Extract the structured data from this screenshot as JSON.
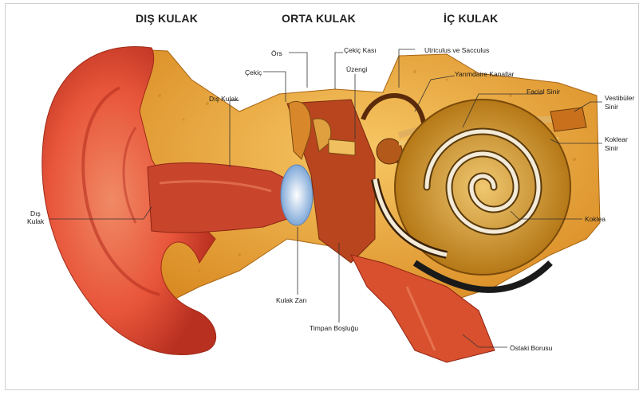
{
  "headings": {
    "outer": "DIŞ KULAK",
    "middle": "ORTA KULAK",
    "inner": "İÇ KULAK"
  },
  "labels": {
    "ors": "Örs",
    "cekic_kasi": "Çekiç Kası",
    "utriculus": "Utriculus ve Sacculus",
    "cekic": "Çekiç",
    "uzengi": "Üzengi",
    "yarimdaire": "Yarımdaire Kanallar",
    "dis_kulak_canal": "Dış Kulak",
    "facial": "Facial Sinir",
    "vestibuler_1": "Vestibüler",
    "vestibuler_2": "Sinir",
    "koklear_1": "Koklear",
    "koklear_2": "Sinir",
    "dis_kulak_left_1": "Dış",
    "dis_kulak_left_2": "Kulak",
    "koklea": "Koklea",
    "kulak_zari": "Kulak Zarı",
    "timpan": "Timpan Boşluğu",
    "ostaki": "Östaki Borusu"
  },
  "colors": {
    "skin": "#e8553a",
    "bone": "#e8a53a",
    "cochlea": "#c98a1c",
    "eardrum": "#a9c8e8"
  }
}
